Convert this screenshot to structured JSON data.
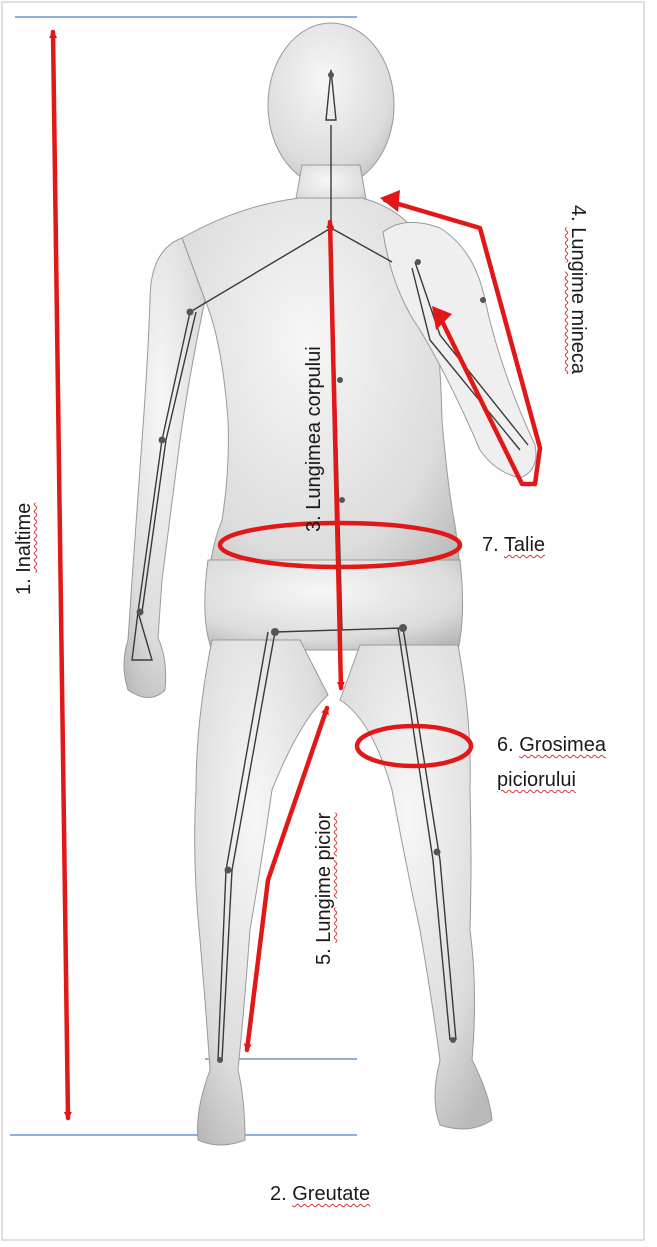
{
  "labels": {
    "height_num": "1.",
    "height_word": "Inaltime",
    "weight_num": "2.",
    "weight_word": "Greutate",
    "torso_num": "3.",
    "torso_word": "Lungimea corpului",
    "sleeve_num": "4.",
    "sleeve_word": "Lungime mineca",
    "leg_num": "5.",
    "leg_word": "Lungime picior",
    "thigh_num": "6.",
    "thigh_word1": "Grosimea",
    "thigh_word2": "piciorului",
    "waist_num": "7.",
    "waist_word": "Talie"
  },
  "colors": {
    "measure_red": "#e21818",
    "guide_blue": "#4f7fc0",
    "body_fill": "#d9d9d9",
    "skeleton": "#3a3a3a"
  }
}
